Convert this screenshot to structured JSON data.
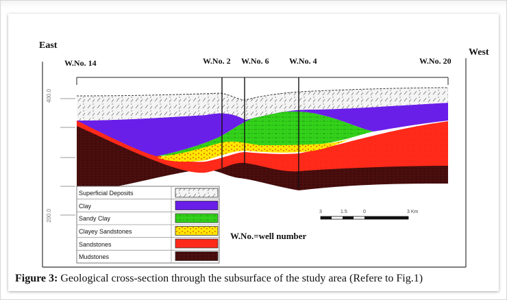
{
  "direction": {
    "left": "East",
    "right": "West"
  },
  "wells": [
    {
      "id": "w14",
      "label": "W.No. 14"
    },
    {
      "id": "w2",
      "label": "W.No. 2"
    },
    {
      "id": "w6",
      "label": "W.No. 6"
    },
    {
      "id": "w4",
      "label": "W.No. 4"
    },
    {
      "id": "w20",
      "label": "W.No. 20"
    }
  ],
  "elevation_ticks": [
    "400.0",
    "200.0"
  ],
  "legend": [
    {
      "label": "Superficial Deposits",
      "color": "#f4f4f4"
    },
    {
      "label": "Clay",
      "color": "#6a1fe8"
    },
    {
      "label": "Sandy Clay",
      "color": "#33d11a"
    },
    {
      "label": "Clayey Sandstones",
      "color": "#ffe600"
    },
    {
      "label": "Sandstones",
      "color": "#ff2a1a"
    },
    {
      "label": "Mudstones",
      "color": "#4a0e0e"
    }
  ],
  "scale_bar": {
    "labels": [
      "3",
      "1.5",
      "0",
      "3 Km"
    ]
  },
  "well_note": "W.No.=well number",
  "caption": {
    "prefix": "Figure 3:",
    "text": " Geological cross-section through the subsurface of the study area (Refere to Fig.1)"
  }
}
